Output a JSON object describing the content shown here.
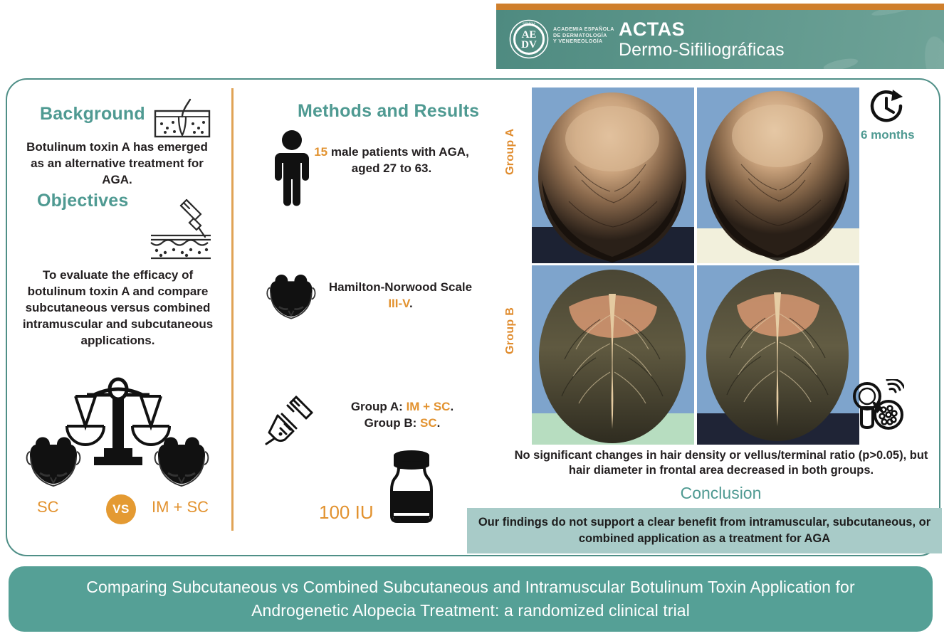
{
  "journal": {
    "logo_alt": "aedv-logo",
    "academy_line1": "ACADEMIA ESPAÑOLA",
    "academy_line2": "DE DERMATOLOGÍA",
    "academy_line3": "Y VENEREOLOGÍA",
    "title_line1": "ACTAS",
    "title_line2": "Dermo-Sifiliográficas"
  },
  "left": {
    "background_heading": "Background",
    "background_text": "Botulinum toxin A has emerged as an alternative treatment for AGA.",
    "objectives_heading": "Objectives",
    "objectives_text": "To evaluate the efficacy of botulinum toxin A and compare subcutaneous versus combined intramuscular and subcutaneous applications.",
    "left_arm_label": "SC",
    "vs_label": "VS",
    "right_arm_label": "IM + SC"
  },
  "middle": {
    "heading": "Methods and Results",
    "patients_count": "15",
    "patients_text": " male patients with AGA, aged 27 to 63.",
    "scale_text": "Hamilton-Norwood Scale ",
    "scale_value": "III-V",
    "scale_period": ".",
    "group_a_prefix": "Group A: ",
    "group_a_value": "IM + SC",
    "group_a_period": ".",
    "group_b_prefix": "Group B: ",
    "group_b_value": "SC",
    "group_b_period": ".",
    "dose_label": "100 IU"
  },
  "right": {
    "group_a_label": "Group A",
    "group_b_label": "Group B",
    "followup_label": "6 months",
    "results_text": "No significant changes in hair density or vellus/terminal ratio (p>0.05), but hair diameter in frontal area decreased in both groups.",
    "conclusion_heading": "Conclusion",
    "conclusion_text": "Our findings do not support a clear benefit from intramuscular, subcutaneous, or combined application as a treatment for AGA"
  },
  "footer": {
    "title": "Comparing Subcutaneous vs Combined Subcutaneous and Intramuscular Botulinum Toxin Application for Androgenetic Alopecia Treatment: a randomized clinical trial"
  },
  "colors": {
    "teal": "#4f9a92",
    "teal_dark": "#55a096",
    "teal_pale": "#a8cbc8",
    "orange": "#e2922f",
    "orange_strip": "#cf7f2c",
    "header_green": "#5d968b"
  }
}
